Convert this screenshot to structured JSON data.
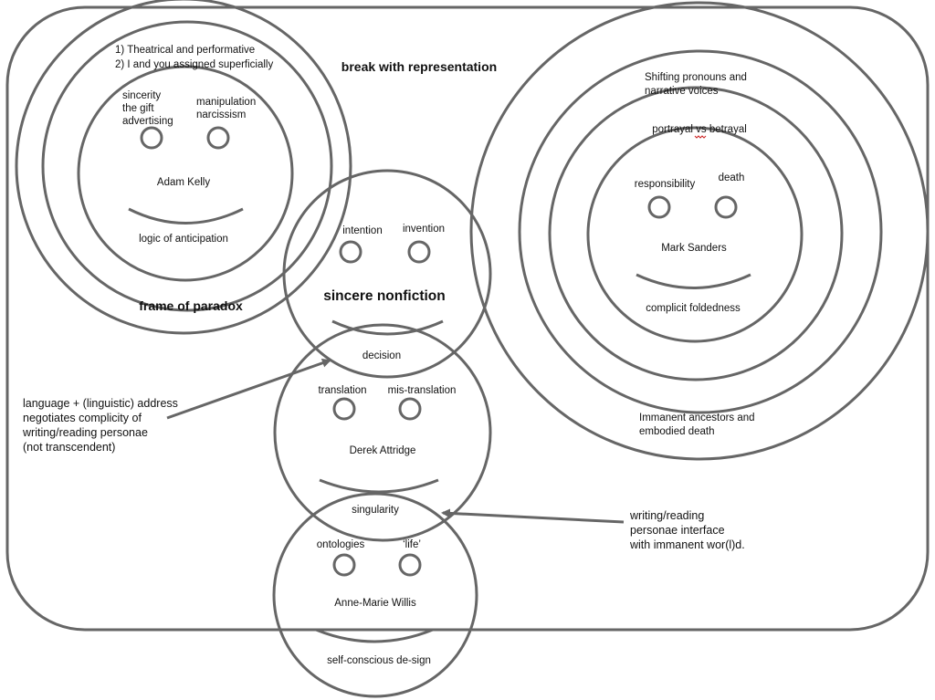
{
  "title": "break with representation",
  "colors": {
    "stroke": "#666666",
    "text": "#111111",
    "squiggle": "#cc2222"
  },
  "adam": {
    "line1": "1) Theatrical and performative",
    "line2": "2) I and you assigned superficially",
    "left_eye_1": "sincerity",
    "left_eye_2": "the gift",
    "left_eye_3": "advertising",
    "right_eye_1": "manipulation",
    "right_eye_2": "narcissism",
    "name": "Adam Kelly",
    "mouth": "logic of anticipation",
    "frame": "frame of paradox"
  },
  "mark": {
    "ring1_1": "Shifting pronouns and",
    "ring1_2": "narrative voices",
    "ring2": "portrayal vs betrayal",
    "left_eye": "responsibility",
    "right_eye": "death",
    "name": "Mark Sanders",
    "mouth": "complicit foldedness",
    "outer_1": "Immanent ancestors and",
    "outer_2": "embodied death"
  },
  "sincere": {
    "left_eye": "intention",
    "right_eye": "invention",
    "name": "sincere nonfiction",
    "mouth": "decision"
  },
  "derek": {
    "left_eye": "translation",
    "right_eye": "mis-translation",
    "name": "Derek Attridge",
    "mouth": "singularity"
  },
  "anne": {
    "left_eye": "ontologies",
    "right_eye": "‘life’",
    "name": "Anne-Marie Willis",
    "mouth": "self-conscious de-sign"
  },
  "left_note": {
    "line1": "language + (linguistic) address",
    "line2": "negotiates complicity of",
    "line3": "writing/reading personae",
    "line4": "(not transcendent)"
  },
  "right_note": {
    "line1": "writing/reading",
    "line2": "personae interface",
    "line3": "with immanent wor(l)d."
  }
}
